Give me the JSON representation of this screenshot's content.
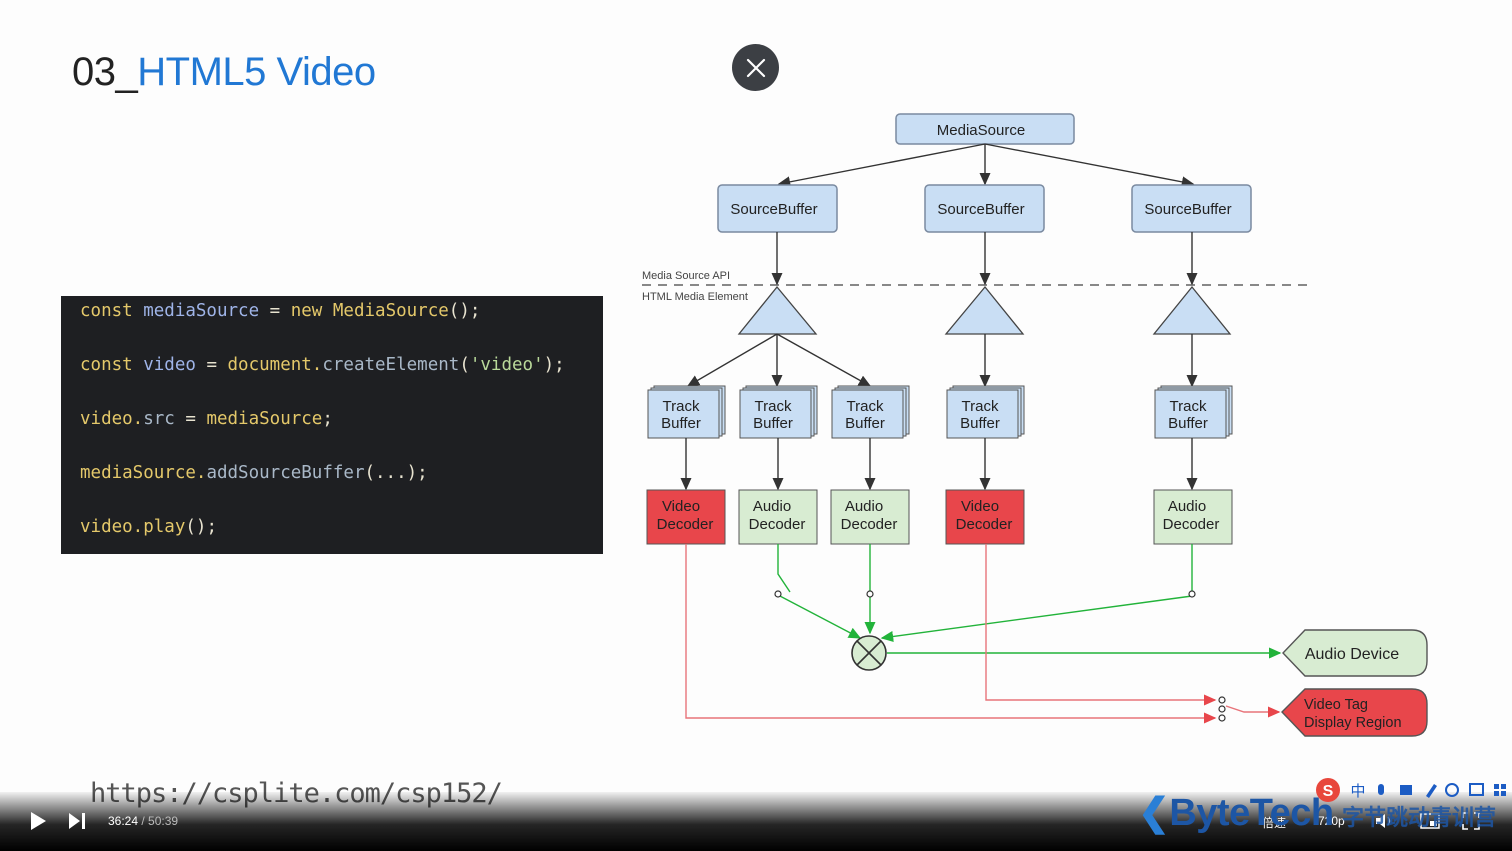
{
  "slide": {
    "title_number": "03_",
    "title_text": "HTML5 Video",
    "code_lines": [
      {
        "a": "const ",
        "b": "mediaSource",
        "c": " = ",
        "d": "new ",
        "e": "MediaSource",
        "f": "();"
      },
      {
        "a": "const ",
        "b": "video",
        "c": " = ",
        "d": "document.",
        "e": "createElement",
        "f": "(",
        "g": "'video'",
        "h": ");"
      },
      {
        "a": "video.",
        "b": "src",
        "c": " = ",
        "d": "mediaSource",
        "e": ";"
      },
      {
        "a": "mediaSource.",
        "b": "addSourceBuffer",
        "c": "(...);"
      },
      {
        "a": "video.",
        "b": "play",
        "c": "();"
      }
    ],
    "url": "https://csplite.com/csp152/"
  },
  "diagram": {
    "media_source": "MediaSource",
    "source_buffer": "SourceBuffer",
    "api_label": "Media Source API",
    "element_label": "HTML Media Element",
    "track": "Track",
    "buffer": "Buffer",
    "video": "Video",
    "audio": "Audio",
    "decoder": "Decoder",
    "audio_device": "Audio Device",
    "video_tag_1": "Video Tag",
    "video_tag_2": "Display Region",
    "colors": {
      "box_blue": "#c9def4",
      "video_red": "#e8464b",
      "audio_green": "#d8ecd2",
      "wire_green": "#22b33a",
      "wire_red": "#e8747a"
    }
  },
  "player": {
    "current_time": "36:24",
    "separator": " / ",
    "duration": "50:39",
    "speed_label": "倍速",
    "quality_label": "720p",
    "icons": [
      "play-icon",
      "next-icon",
      "volume-icon",
      "fullscreen-icon"
    ]
  },
  "branding": {
    "logo_text": "ByteTech",
    "subtitle": "字节跳动青训营"
  },
  "ime_toolbar": {
    "chinese_label": "中"
  }
}
